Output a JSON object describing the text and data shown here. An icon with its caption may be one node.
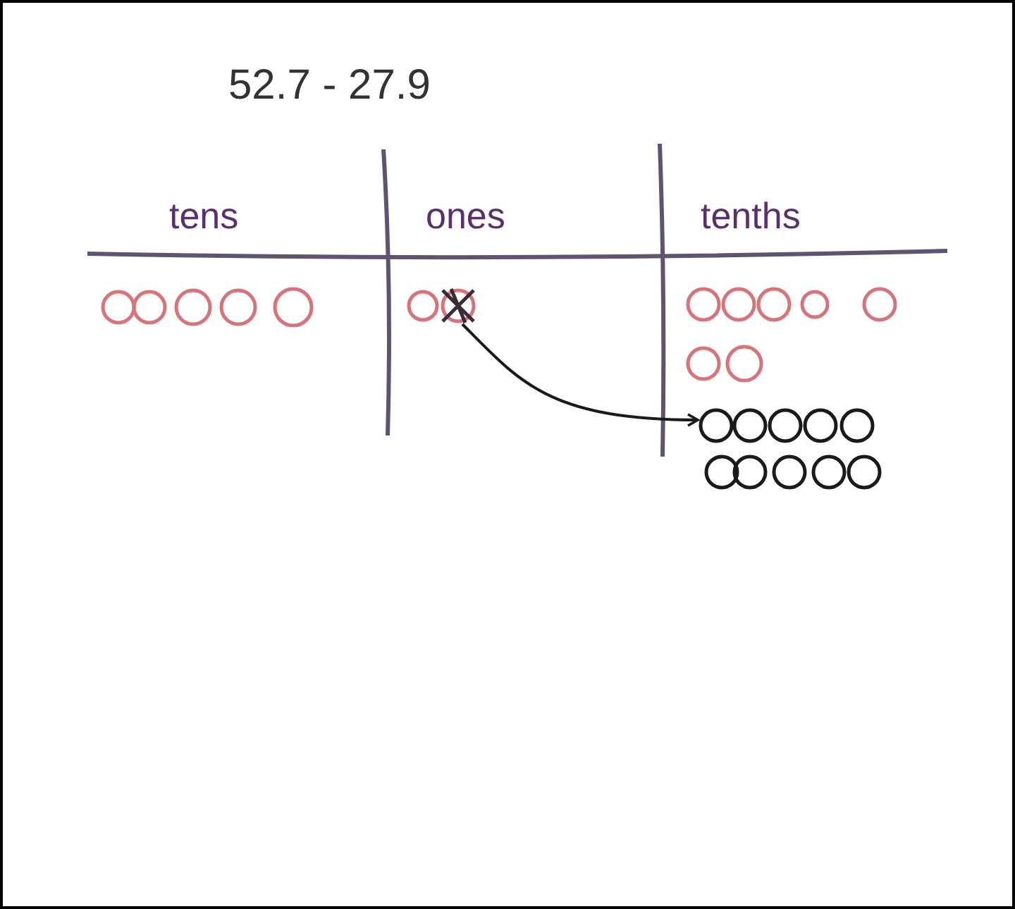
{
  "diagram": {
    "title": "52.7 - 27.9",
    "nodes": [
      {
        "text": [],
        "shape": "circle"
      },
      {
        "text": [],
        "shape": "circle"
      },
      {
        "text": [],
        "shape": "circle"
      },
      {
        "text": [],
        "shape": "circle"
      },
      {
        "text": [],
        "shape": "circle"
      },
      {
        "text": [],
        "shape": "circle"
      },
      {
        "text": [],
        "shape": "circle"
      },
      {
        "text": [],
        "shape": "circle"
      },
      {
        "text": [],
        "shape": "circle"
      },
      {
        "text": [],
        "shape": "circle"
      },
      {
        "text": [],
        "shape": "circle"
      },
      {
        "text": [],
        "shape": "circle"
      },
      {
        "text": [],
        "shape": "circle"
      },
      {
        "text": [],
        "shape": "circle"
      },
      {
        "text": [],
        "shape": "circle"
      },
      {
        "text": [],
        "shape": "circle"
      },
      {
        "text": [],
        "shape": "circle"
      },
      {
        "text": [],
        "shape": "circle"
      },
      {
        "text": [],
        "shape": "circle"
      },
      {
        "text": [],
        "shape": "circle"
      },
      {
        "text": [],
        "shape": "circle"
      },
      {
        "text": [],
        "shape": "circle"
      },
      {
        "text": [],
        "shape": "circle"
      },
      {
        "text": [],
        "shape": "circle"
      }
    ],
    "edges": [
      {
        "from": 6,
        "to": 14,
        "arrow": "to"
      }
    ],
    "labels": [
      "tens",
      "ones",
      "tenths"
    ]
  }
}
